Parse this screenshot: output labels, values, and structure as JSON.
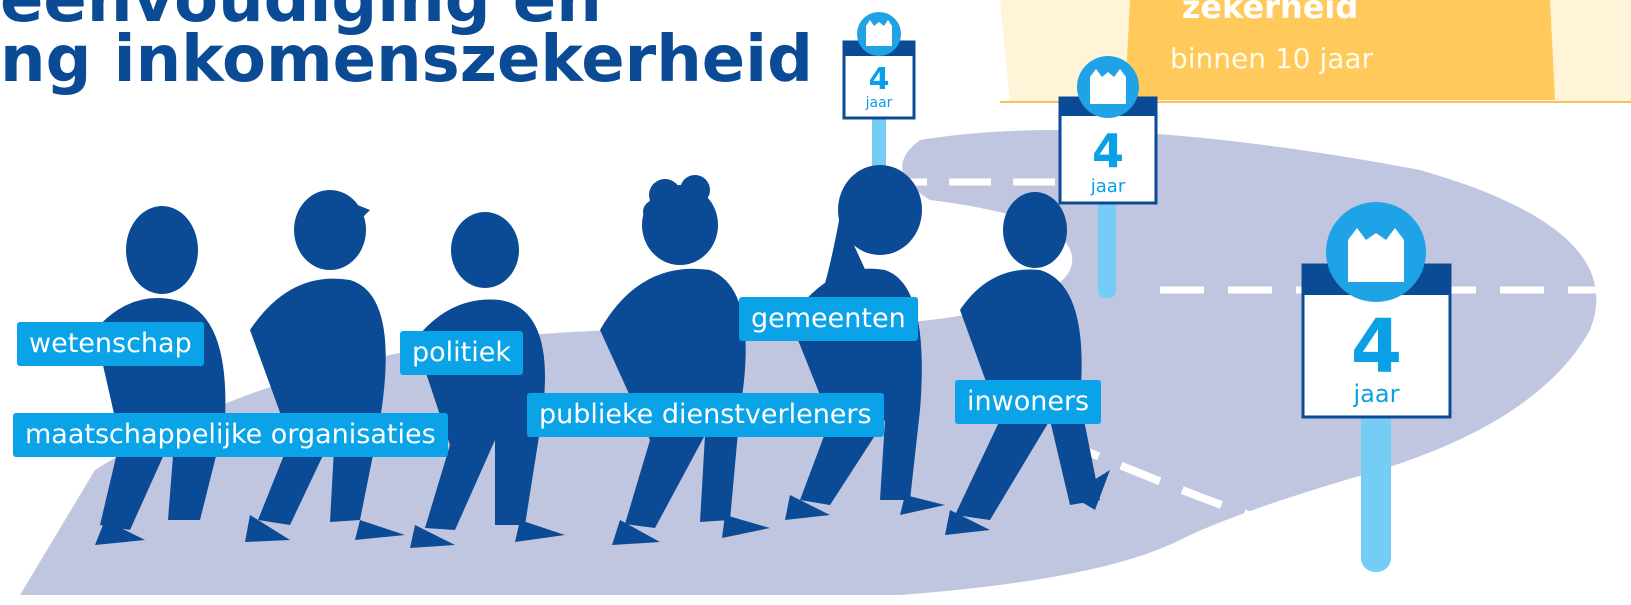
{
  "heading": {
    "line1": "eenvoudiging en",
    "line2": "ng inkomenszekerheid"
  },
  "sun": {
    "line1": "zekerheid",
    "line2": "binnen 10 jaar"
  },
  "labels": {
    "wetenschap": "wetenschap",
    "maatschappelijke": "maatschappelijke organisaties",
    "politiek": "politiek",
    "publieke": "publieke dienstverleners",
    "gemeenten": "gemeenten",
    "inwoners": "inwoners"
  },
  "signs": [
    {
      "number": "4",
      "unit": "jaar"
    },
    {
      "number": "4",
      "unit": "jaar"
    },
    {
      "number": "4",
      "unit": "jaar"
    }
  ],
  "colors": {
    "navy": "#0b4a94",
    "accent": "#0aa3e8",
    "road": "#c0c6e0",
    "sun": "#ffc95c"
  }
}
